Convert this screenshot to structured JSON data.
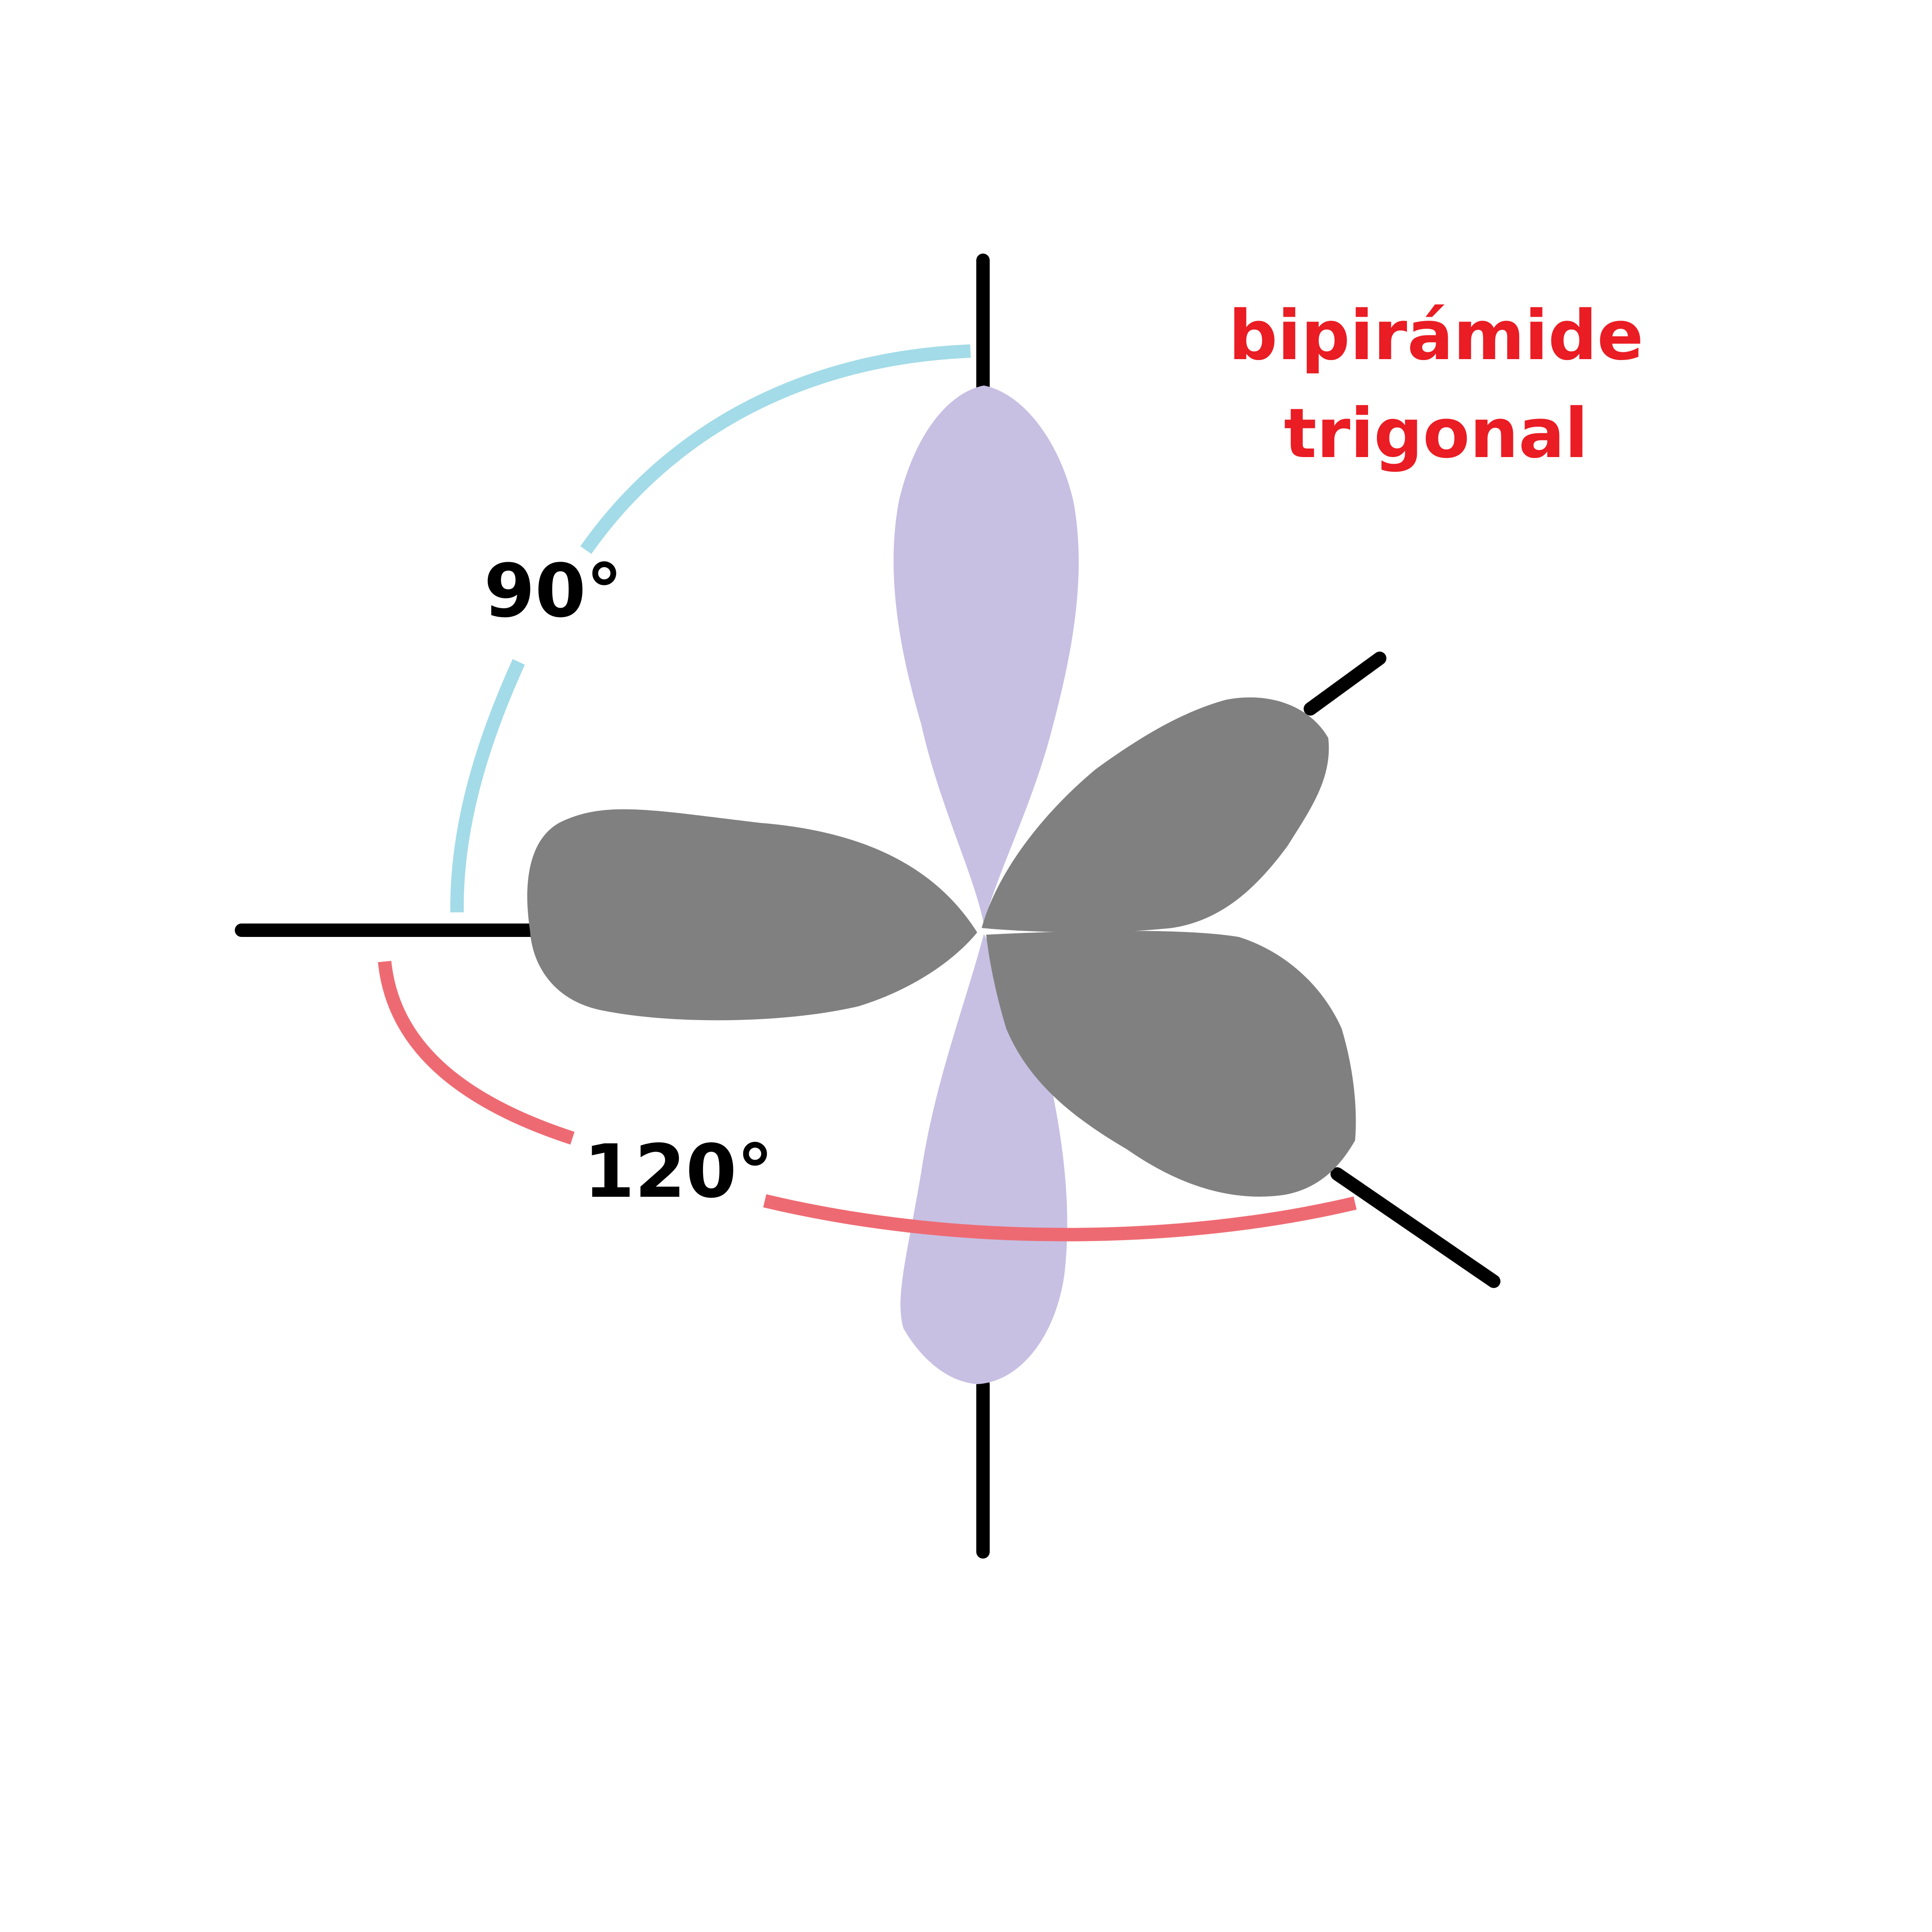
{
  "title": {
    "line1": "bipirámide",
    "line2": "trigonal"
  },
  "angles": {
    "axial_equatorial": "90°",
    "equatorial_equatorial": "120°"
  },
  "colors": {
    "axial_lobes": "#c7c0e3",
    "equatorial_lobes": "#808080",
    "axes": "#000000",
    "arc_90": "#a3dbe8",
    "arc_120": "#ee6a72",
    "title": "#ea1c24",
    "labels": "#000000"
  }
}
